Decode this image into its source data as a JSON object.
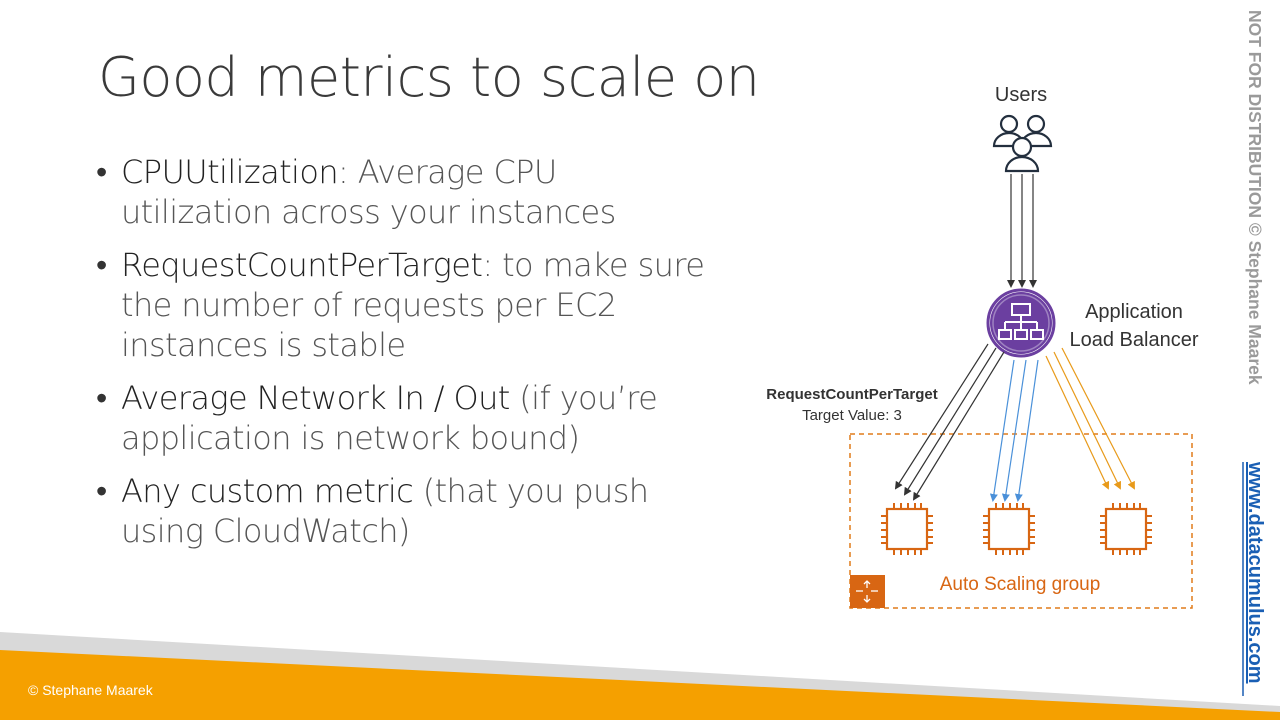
{
  "slide": {
    "title": "Good metrics to scale on",
    "bullets": [
      {
        "marker": "•",
        "term": "CPUUtilization",
        "rest": ": Average CPU utilization across your instances"
      },
      {
        "marker": "•",
        "term": "RequestCountPerTarget",
        "rest": ": to make sure the number of requests per EC2 instances is stable"
      },
      {
        "marker": "•",
        "term": "Average Network In / Out",
        "rest": " (if you’re application is network bound)"
      },
      {
        "marker": "•",
        "term": "Any custom metric",
        "rest": " (that you push using CloudWatch)"
      }
    ]
  },
  "diagram": {
    "users_label": "Users",
    "alb_label_line1": "Application",
    "alb_label_line2": "Load Balancer",
    "metric_label": "RequestCountPerTarget",
    "target_value_label": "Target Value: 3",
    "asg_label": "Auto Scaling group"
  },
  "watermark": {
    "notice": "NOT FOR DISTRIBUTION © Stephane Maarek",
    "url": "www.datacumulus.com"
  },
  "footer": {
    "copyright": "© Stephane Maarek"
  },
  "colors": {
    "accent_orange": "#f5a000",
    "alb_purple": "#6b3fa0",
    "ec2_orange": "#d86613",
    "arrow_blue": "#4a90d9",
    "arrow_orange": "#e89a1a",
    "link_blue": "#1a5fb4"
  }
}
